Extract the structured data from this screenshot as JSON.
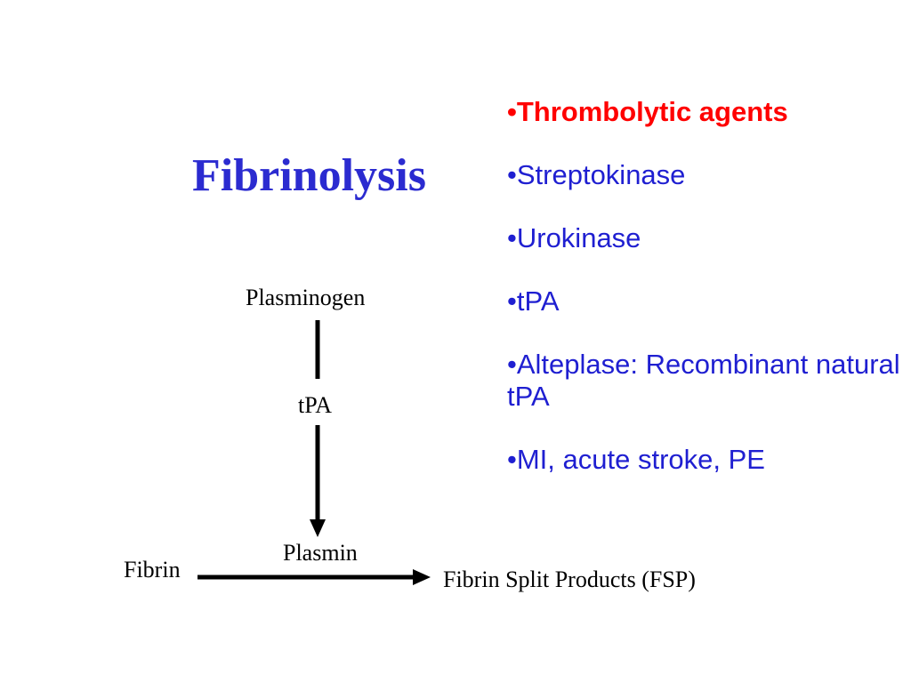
{
  "slide": {
    "title": "Fibrinolysis",
    "bullet_char": "•",
    "bullets": [
      {
        "text": "Thrombolytic agents",
        "color": "#ff0000"
      },
      {
        "text": "Streptokinase",
        "color": "#1f1fd1"
      },
      {
        "text": "Urokinase",
        "color": "#1f1fd1"
      },
      {
        "text": "tPA",
        "color": "#1f1fd1"
      },
      {
        "text": "Alteplase: Recombinant natural tPA",
        "color": "#1f1fd1"
      },
      {
        "text": "MI, acute stroke, PE",
        "color": "#1f1fd1"
      }
    ],
    "title_color": "#2b2bd0"
  },
  "diagram": {
    "nodes": {
      "plasminogen": "Plasminogen",
      "tpa": "tPA",
      "plasmin": "Plasmin",
      "fibrin": "Fibrin",
      "fsp": "Fibrin Split Products (FSP)"
    },
    "edges": [
      {
        "from": "plasminogen",
        "to": "plasmin",
        "via": "tpa"
      },
      {
        "from": "fibrin",
        "to": "fsp",
        "via": "plasmin"
      }
    ],
    "line_color": "#000000"
  }
}
